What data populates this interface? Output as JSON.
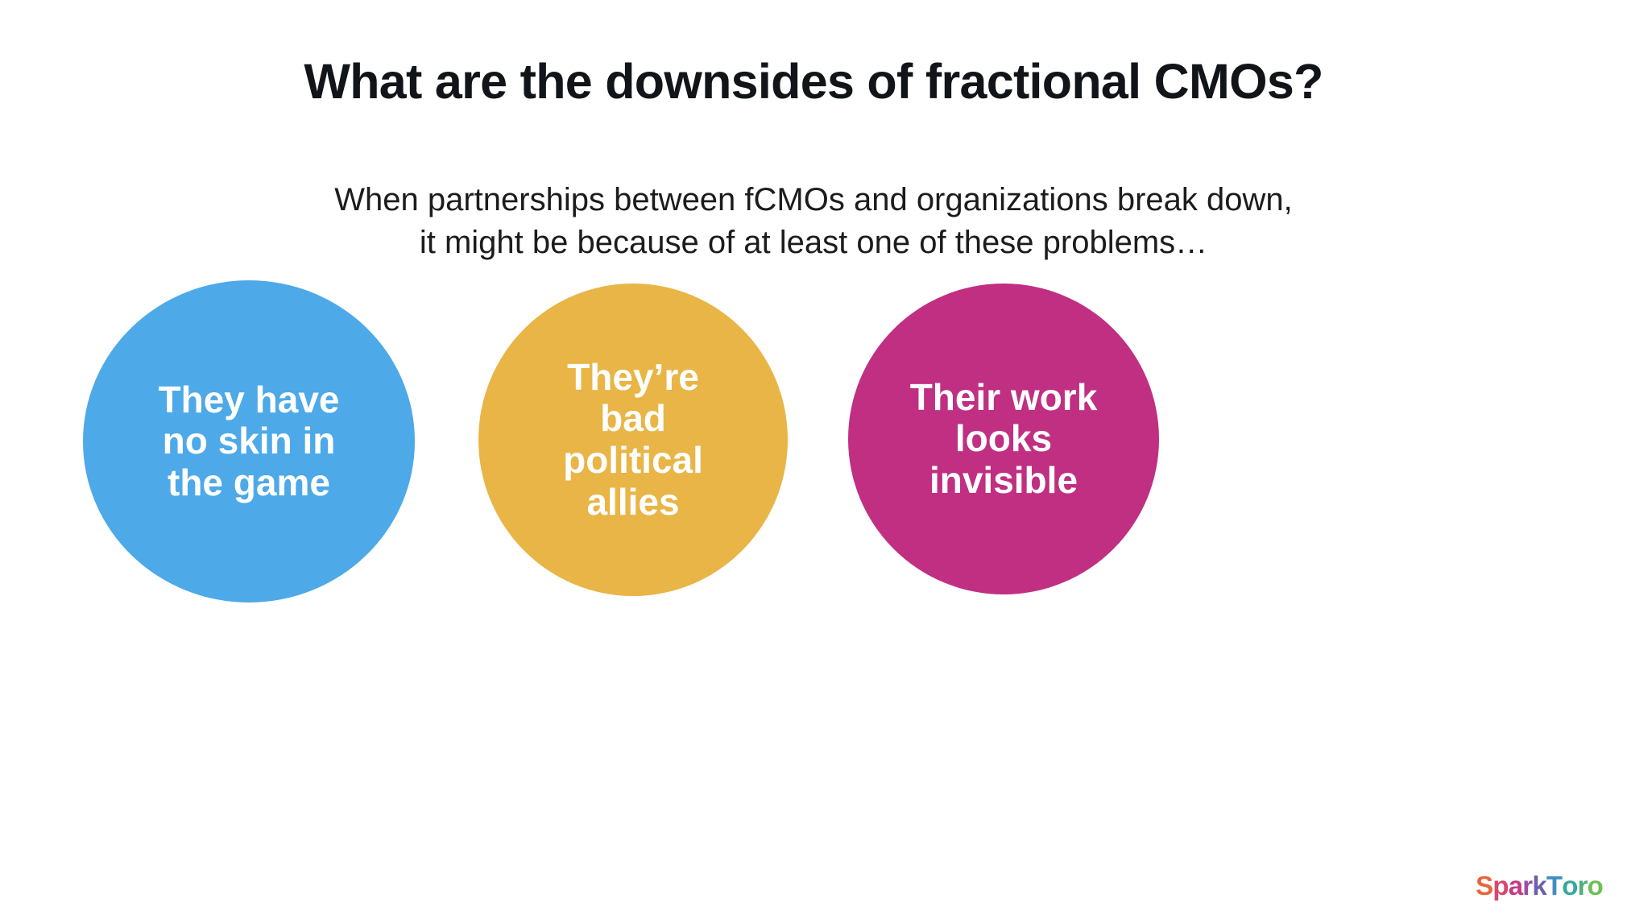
{
  "slide": {
    "background_color": "#ffffff",
    "title": "What are the downsides of fractional CMOs?",
    "subtitle": {
      "line1": "When partnerships between fCMOs and organizations break down,",
      "line2": "it might be because of at least one of these problems…"
    }
  },
  "bubbles": [
    {
      "id": "no-skin-in-the-game",
      "color": "#4DA9E8",
      "text": "They have\nno skin in\nthe game",
      "lines": [
        "They have",
        "no skin in",
        "the game"
      ]
    },
    {
      "id": "bad-political-allies",
      "color": "#E8B546",
      "text": "They’re\nbad\npolitical\nallies",
      "lines": [
        "They’re",
        "bad",
        "political",
        "allies"
      ]
    },
    {
      "id": "work-looks-invisible",
      "color": "#C02F82",
      "text": "Their work\nlooks\ninvisible",
      "lines": [
        "Their work",
        "looks",
        "invisible"
      ]
    }
  ],
  "logo": {
    "name": "SparkToro",
    "letters": [
      {
        "ch": "S",
        "color": "#E8663C"
      },
      {
        "ch": "p",
        "color": "#D8476E"
      },
      {
        "ch": "a",
        "color": "#C63A86"
      },
      {
        "ch": "r",
        "color": "#9B4FA0"
      },
      {
        "ch": "k",
        "color": "#6B5FAE"
      },
      {
        "ch": "T",
        "color": "#3E8FC0"
      },
      {
        "ch": "o",
        "color": "#38A79C"
      },
      {
        "ch": "r",
        "color": "#4EB07A"
      },
      {
        "ch": "o",
        "color": "#6FBE55"
      }
    ]
  }
}
